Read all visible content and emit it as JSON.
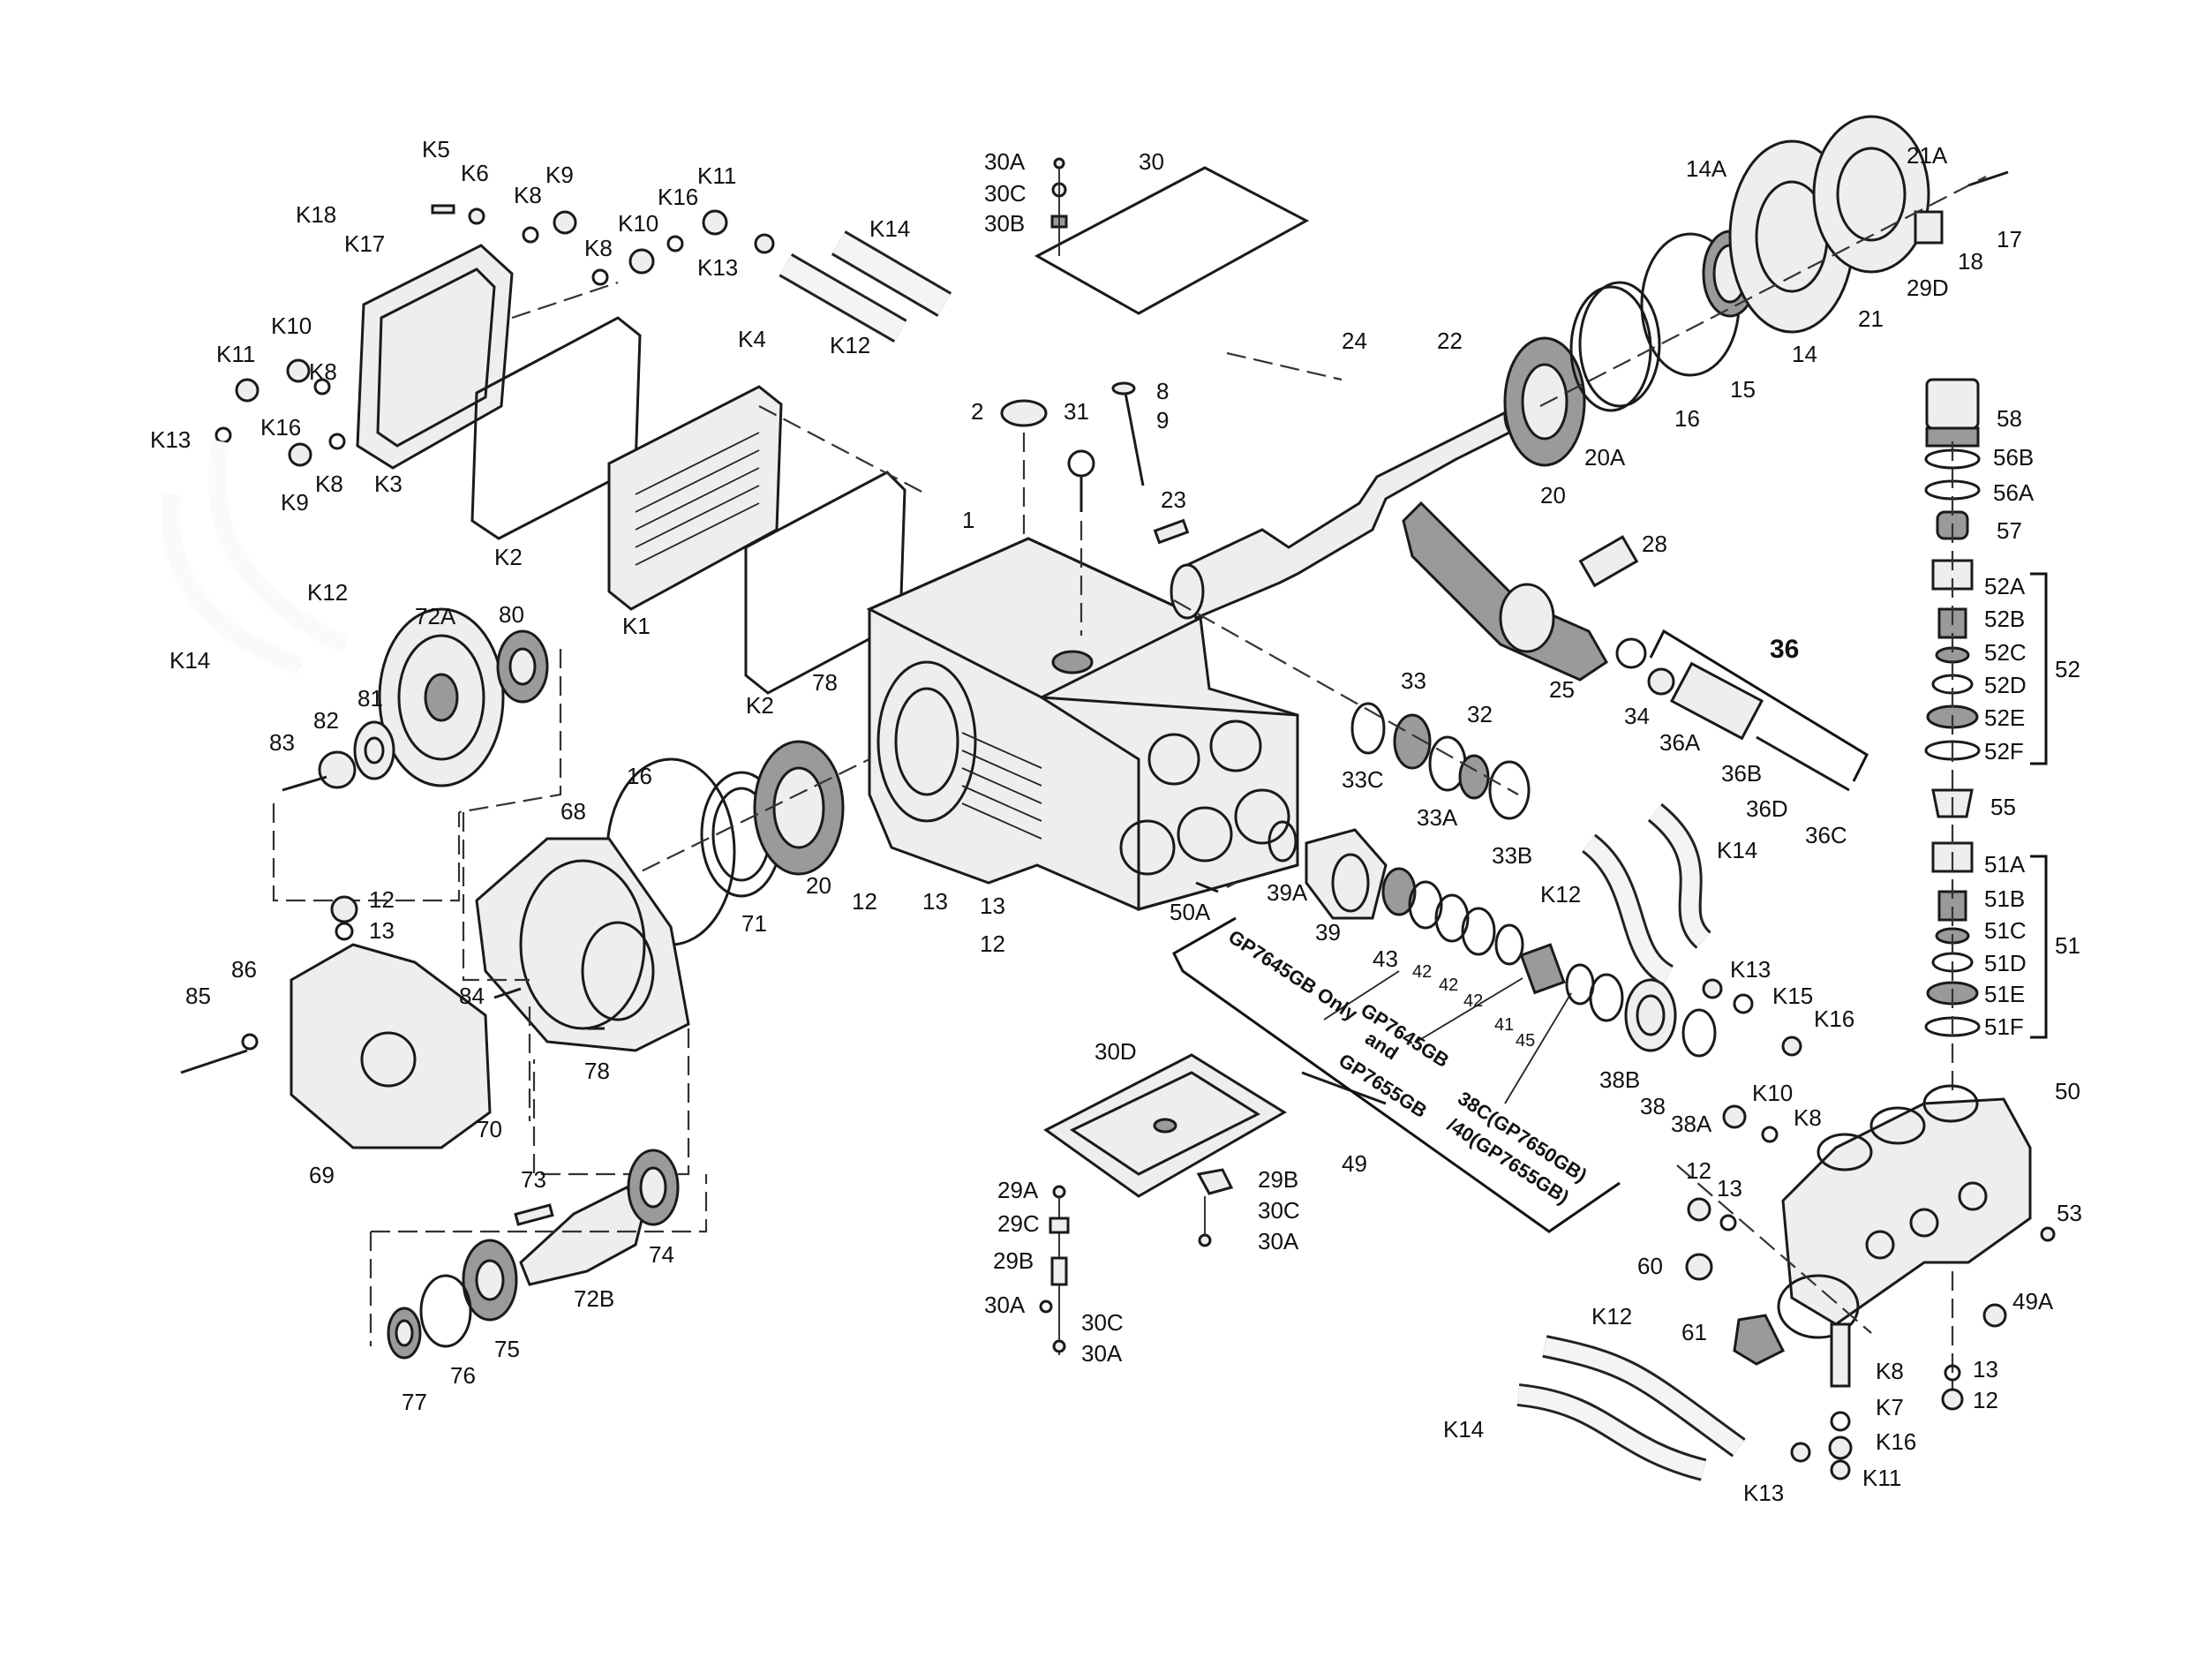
{
  "labels": {
    "k5": "K5",
    "k6": "K6",
    "k8_a": "K8",
    "k9_a": "K9",
    "k18": "K18",
    "k17": "K17",
    "k8_b": "K8",
    "k10_a": "K10",
    "k16_a": "K16",
    "k11_a": "K11",
    "k13_a": "K13",
    "k14_a": "K14",
    "k12_a": "K12",
    "k4": "K4",
    "k10_b": "K10",
    "k11_b": "K11",
    "k8_c": "K8",
    "k16_b": "K16",
    "k13_b": "K13",
    "k9_b": "K9",
    "k8_d": "K8",
    "k3": "K3",
    "k2_a": "K2",
    "k1": "K1",
    "k2_b": "K2",
    "k12_b": "K12",
    "k14_b": "K14",
    "p30a_a": "30A",
    "p30c_a": "30C",
    "p30b_a": "30B",
    "p30": "30",
    "p2": "2",
    "p31": "31",
    "p8": "8",
    "p9": "9",
    "p23": "23",
    "p1": "1",
    "p24": "24",
    "p22": "22",
    "p20_a": "20",
    "p20a": "20A",
    "p16_a": "16",
    "p15": "15",
    "p14": "14",
    "p14a": "14A",
    "p21": "21",
    "p21a": "21A",
    "p29d": "29D",
    "p18": "18",
    "p17": "17",
    "p28": "28",
    "p25": "25",
    "p34": "34",
    "p36": "36",
    "p36a": "36A",
    "p36b": "36B",
    "p36d": "36D",
    "p36c": "36C",
    "p33": "33",
    "p32": "32",
    "p33c": "33C",
    "p33a": "33A",
    "p33b": "33B",
    "p72a": "72A",
    "p80": "80",
    "p81": "81",
    "p82": "82",
    "p83": "83",
    "p78_a": "78",
    "p16_b": "16",
    "p20_b": "20",
    "p71": "71",
    "p12_a": "12",
    "p13_a": "13",
    "p13_b": "13",
    "p12_b": "12",
    "p50a": "50A",
    "p12_c": "12",
    "p13_c": "13",
    "p68": "68",
    "p85": "85",
    "p86": "86",
    "p84": "84",
    "p78_b": "78",
    "p69": "69",
    "p70": "70",
    "p73": "73",
    "p74": "74",
    "p72b": "72B",
    "p75": "75",
    "p76": "76",
    "p77": "77",
    "p39a": "39A",
    "p39": "39",
    "p43": "43",
    "p42_a": "42",
    "p42_b": "42",
    "p42_c": "42",
    "p41": "41",
    "p45": "45",
    "p38b": "38B",
    "p38": "38",
    "p38a": "38A",
    "p49": "49",
    "k12_c": "K12",
    "k14_c": "K14",
    "k13_c": "K13",
    "k15": "K15",
    "k16_c": "K16",
    "k10_c": "K10",
    "k8_e": "K8",
    "p30d": "30D",
    "p29a": "29A",
    "p29c": "29C",
    "p29b_a": "29B",
    "p30a_b": "30A",
    "p30c_b": "30C",
    "p30a_c": "30A",
    "p29b_b": "29B",
    "p30c_c": "30C",
    "p30a_d": "30A",
    "p58": "58",
    "p56b": "56B",
    "p56a": "56A",
    "p57": "57",
    "p52a": "52A",
    "p52b": "52B",
    "p52c": "52C",
    "p52d": "52D",
    "p52e": "52E",
    "p52f": "52F",
    "p52": "52",
    "p55": "55",
    "p51a": "51A",
    "p51b": "51B",
    "p51c": "51C",
    "p51d": "51D",
    "p51e": "51E",
    "p51f": "51F",
    "p51": "51",
    "p50": "50",
    "p53": "53",
    "p12_d": "12",
    "p13_d": "13",
    "p60": "60",
    "p61": "61",
    "p49a": "49A",
    "p13_e": "13",
    "p12_e": "12",
    "k12_d": "K12",
    "k14_d": "K14",
    "k8_f": "K8",
    "k7": "K7",
    "k16_d": "K16",
    "k11_c": "K11",
    "k13_d": "K13"
  },
  "notes": {
    "gp7645_only": "GP7645GB Only",
    "gp7645_and_line1": "GP7645GB",
    "gp7645_and_line2": "and",
    "gp7645_and_line3": "GP7655GB",
    "p38c_line1": "38C(GP7650GB)",
    "p38c_line2": "/40(GP7655GB)"
  }
}
